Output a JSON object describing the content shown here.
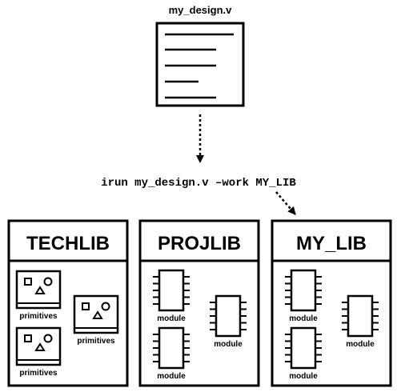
{
  "file": {
    "name": "my_design.v",
    "icon": "document-icon"
  },
  "command": "irun my_design.v –work MY_LIB",
  "libraries": [
    {
      "name": "TECHLIB",
      "cells": [
        {
          "label": "primitives",
          "icon": "primitive-shapes-icon"
        },
        {
          "label": "primitives",
          "icon": "primitive-shapes-icon"
        },
        {
          "label": "primitives",
          "icon": "primitive-shapes-icon"
        }
      ]
    },
    {
      "name": "PROJLIB",
      "cells": [
        {
          "label": "module",
          "icon": "chip-icon"
        },
        {
          "label": "module",
          "icon": "chip-icon"
        },
        {
          "label": "module",
          "icon": "chip-icon"
        }
      ]
    },
    {
      "name": "MY_LIB",
      "cells": [
        {
          "label": "module",
          "icon": "chip-icon"
        },
        {
          "label": "module",
          "icon": "chip-icon"
        },
        {
          "label": "module",
          "icon": "chip-icon"
        }
      ]
    }
  ],
  "colors": {
    "stroke": "#000000",
    "background": "#ffffff"
  }
}
